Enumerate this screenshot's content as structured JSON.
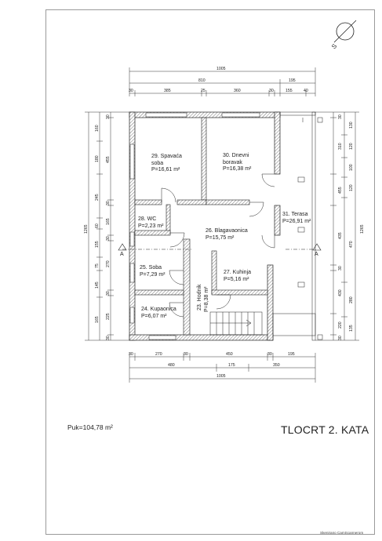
{
  "title": "TLOCRT 2. KATA",
  "total_area": "Puk=104,78 m²",
  "scan_credit": "Skenirano CamScannerom",
  "compass_letter": "S",
  "section_letter": "A",
  "rooms": [
    {
      "name": "29. Spavaća",
      "name2": "soba",
      "area": "P=16,61 m²"
    },
    {
      "name": "30. Dnevni",
      "name2": "boravak",
      "area": "P=16,38 m²"
    },
    {
      "name": "28. WC",
      "name2": "",
      "area": "P=2,23 m²"
    },
    {
      "name": "26. Blagavaonica",
      "name2": "",
      "area": "P=15,75 m²"
    },
    {
      "name": "31. Terasa",
      "name2": "",
      "area": "P=26,91 m²"
    },
    {
      "name": "25. Soba",
      "name2": "",
      "area": "P=7,29 m²"
    },
    {
      "name": "27. Kuhinja",
      "name2": "",
      "area": "P=5,16 m²"
    },
    {
      "name": "23. Hodnik",
      "name2": "",
      "area": "P=8,38 m²"
    },
    {
      "name": "24. Kupaonica",
      "name2": "",
      "area": "P=6,07 m²"
    }
  ],
  "dims_top": {
    "total": "1005",
    "mid": [
      "810",
      "195"
    ],
    "detail": [
      "30",
      "385",
      "25",
      "360",
      "30",
      "155",
      "40"
    ]
  },
  "dims_bottom": {
    "detail": [
      "30",
      "270",
      "30",
      "450",
      "30",
      "195"
    ],
    "mid": [
      "480",
      "175",
      "350"
    ],
    "total": "1005"
  },
  "dims_left": {
    "total": "1265",
    "outer": [
      "160",
      "180",
      "245",
      "60",
      "155",
      "75",
      "145",
      "165"
    ],
    "inner": [
      "30",
      "455",
      "30",
      "165",
      "30",
      "270",
      "30",
      "225",
      "30"
    ]
  },
  "dims_right": {
    "total": "1265",
    "outer": [
      "130",
      "120",
      "100",
      "120",
      "470",
      "280",
      "135"
    ],
    "inner": [
      "30",
      "310",
      "455",
      "435",
      "30",
      "430",
      "220",
      "30"
    ]
  }
}
